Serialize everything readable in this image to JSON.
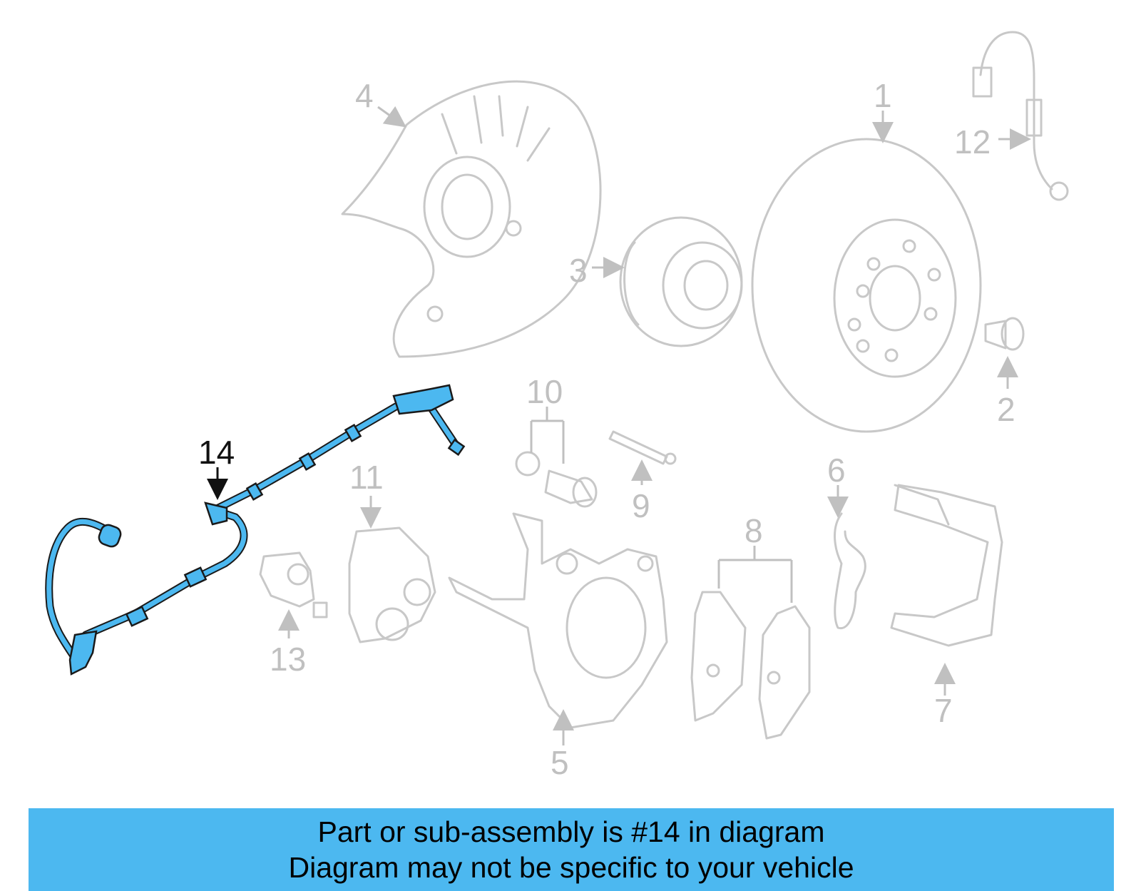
{
  "diagram": {
    "callouts": [
      {
        "id": "1",
        "label": "1"
      },
      {
        "id": "2",
        "label": "2"
      },
      {
        "id": "3",
        "label": "3"
      },
      {
        "id": "4",
        "label": "4"
      },
      {
        "id": "5",
        "label": "5"
      },
      {
        "id": "6",
        "label": "6"
      },
      {
        "id": "7",
        "label": "7"
      },
      {
        "id": "8",
        "label": "8"
      },
      {
        "id": "9",
        "label": "9"
      },
      {
        "id": "10",
        "label": "10"
      },
      {
        "id": "11",
        "label": "11"
      },
      {
        "id": "12",
        "label": "12"
      },
      {
        "id": "13",
        "label": "13"
      },
      {
        "id": "14",
        "label": "14"
      }
    ],
    "highlighted_part": "14",
    "highlight_color": "#4cb8f0",
    "ghost_color": "#c8c8c8"
  },
  "caption": {
    "line1": "Part or sub-assembly is #14 in diagram",
    "line2": "Diagram may not be specific to your vehicle",
    "background": "#4cb8f0"
  }
}
